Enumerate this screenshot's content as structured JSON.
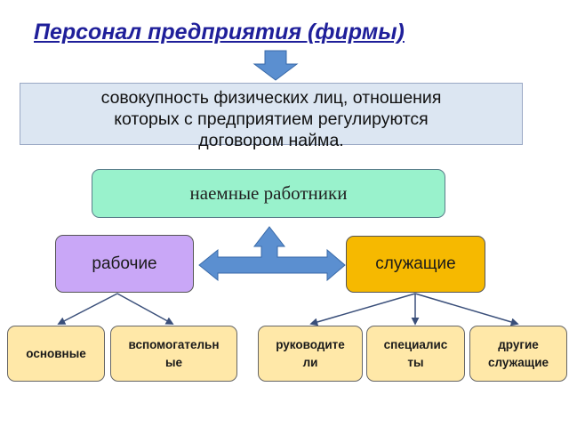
{
  "title": "Персонал предприятия (фирмы)",
  "definition": {
    "line1": "совокупность физических лиц, отношения",
    "line2": "которых с предприятием регулируются",
    "line3": "договором найма."
  },
  "nodes": {
    "employees": "наемные работники",
    "workers": "рабочие",
    "officials": "служащие"
  },
  "leaves": {
    "main": "основные",
    "auxiliary_line1": "вспомогательн",
    "auxiliary_line2": "ые",
    "managers_line1": "руководите",
    "managers_line2": "ли",
    "specialists_line1": "специалис",
    "specialists_line2": "ты",
    "others_line1": "другие",
    "others_line2": "служащие"
  },
  "colors": {
    "title": "#1f1f9a",
    "definition_fill": "#dce6f2",
    "employees_fill": "#99f2cc",
    "workers_fill": "#c9a7f7",
    "officials_fill": "#f6b900",
    "leaf_fill": "#ffe8a8",
    "arrow_fill": "#5b8fd0"
  }
}
